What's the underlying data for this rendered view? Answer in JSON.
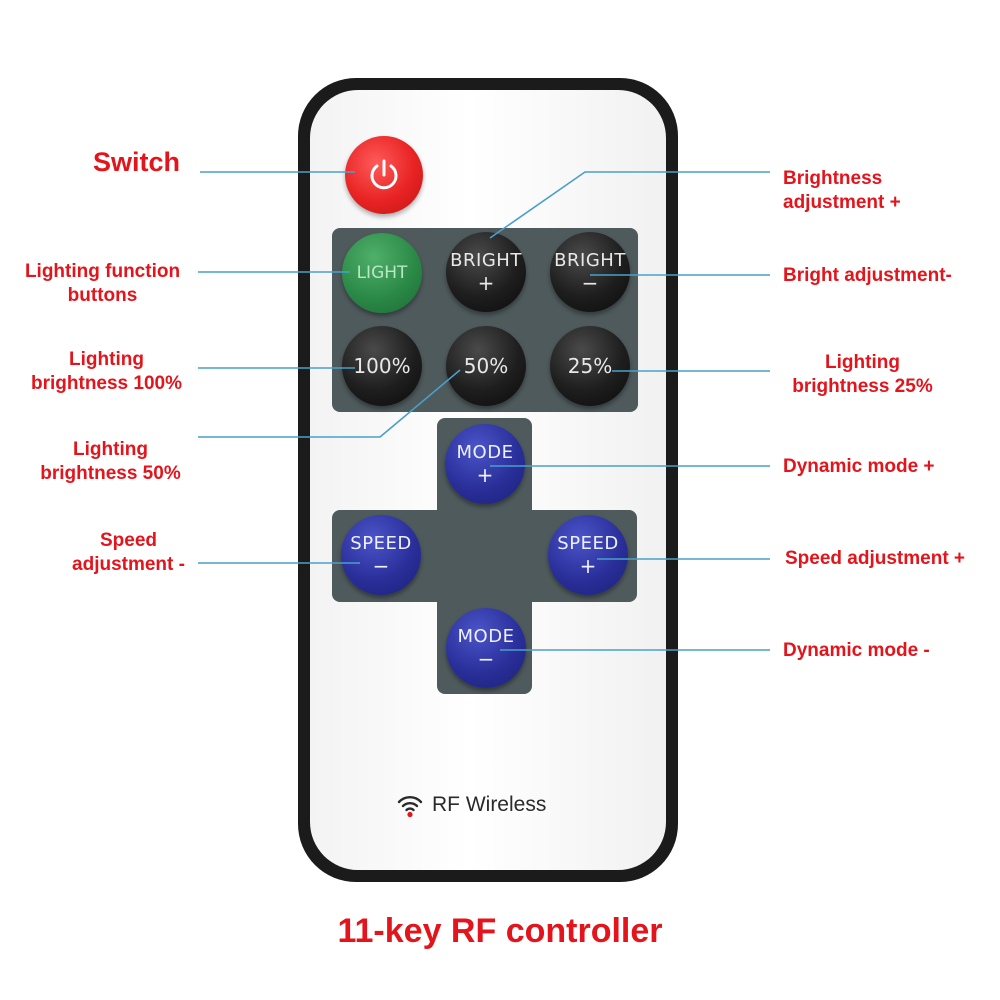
{
  "title": "11-key RF controller",
  "brand": {
    "text": "RF Wireless",
    "icon": "wifi-signal-icon"
  },
  "colors": {
    "annotation": "#e3141b",
    "leader_line": "#4a9fc9",
    "power_button": "#e82323",
    "light_button": "#2b8a47",
    "mode_speed_buttons": "#2a2f9a",
    "bright_buttons": "#1e1e1e",
    "panel": "#4e5a5c",
    "remote_frame": "#1b1b1b"
  },
  "buttons": {
    "power": {
      "icon": "power-icon"
    },
    "light": {
      "label": "LIGHT"
    },
    "bright_plus": {
      "line1": "BRIGHT",
      "line2": "+"
    },
    "bright_minus": {
      "line1": "BRIGHT",
      "line2": "−"
    },
    "b100": {
      "label": "100%"
    },
    "b50": {
      "label": "50%"
    },
    "b25": {
      "label": "25%"
    },
    "mode_plus": {
      "line1": "MODE",
      "line2": "+"
    },
    "mode_minus": {
      "line1": "MODE",
      "line2": "−"
    },
    "speed_minus": {
      "line1": "SPEED",
      "line2": "−"
    },
    "speed_plus": {
      "line1": "SPEED",
      "line2": "+"
    }
  },
  "annotations": {
    "switch": "Switch",
    "lighting_function": [
      "Lighting function",
      "buttons"
    ],
    "brightness_100": [
      "Lighting",
      "brightness 100%"
    ],
    "brightness_50": [
      "Lighting",
      "brightness 50%"
    ],
    "speed_minus": [
      "Speed",
      "adjustment -"
    ],
    "brightness_plus": [
      "Brightness",
      "adjustment +"
    ],
    "bright_minus": "Bright adjustment-",
    "brightness_25": [
      "Lighting",
      "brightness 25%"
    ],
    "dynamic_plus": "Dynamic mode +",
    "speed_plus": "Speed adjustment +",
    "dynamic_minus": "Dynamic mode -"
  }
}
